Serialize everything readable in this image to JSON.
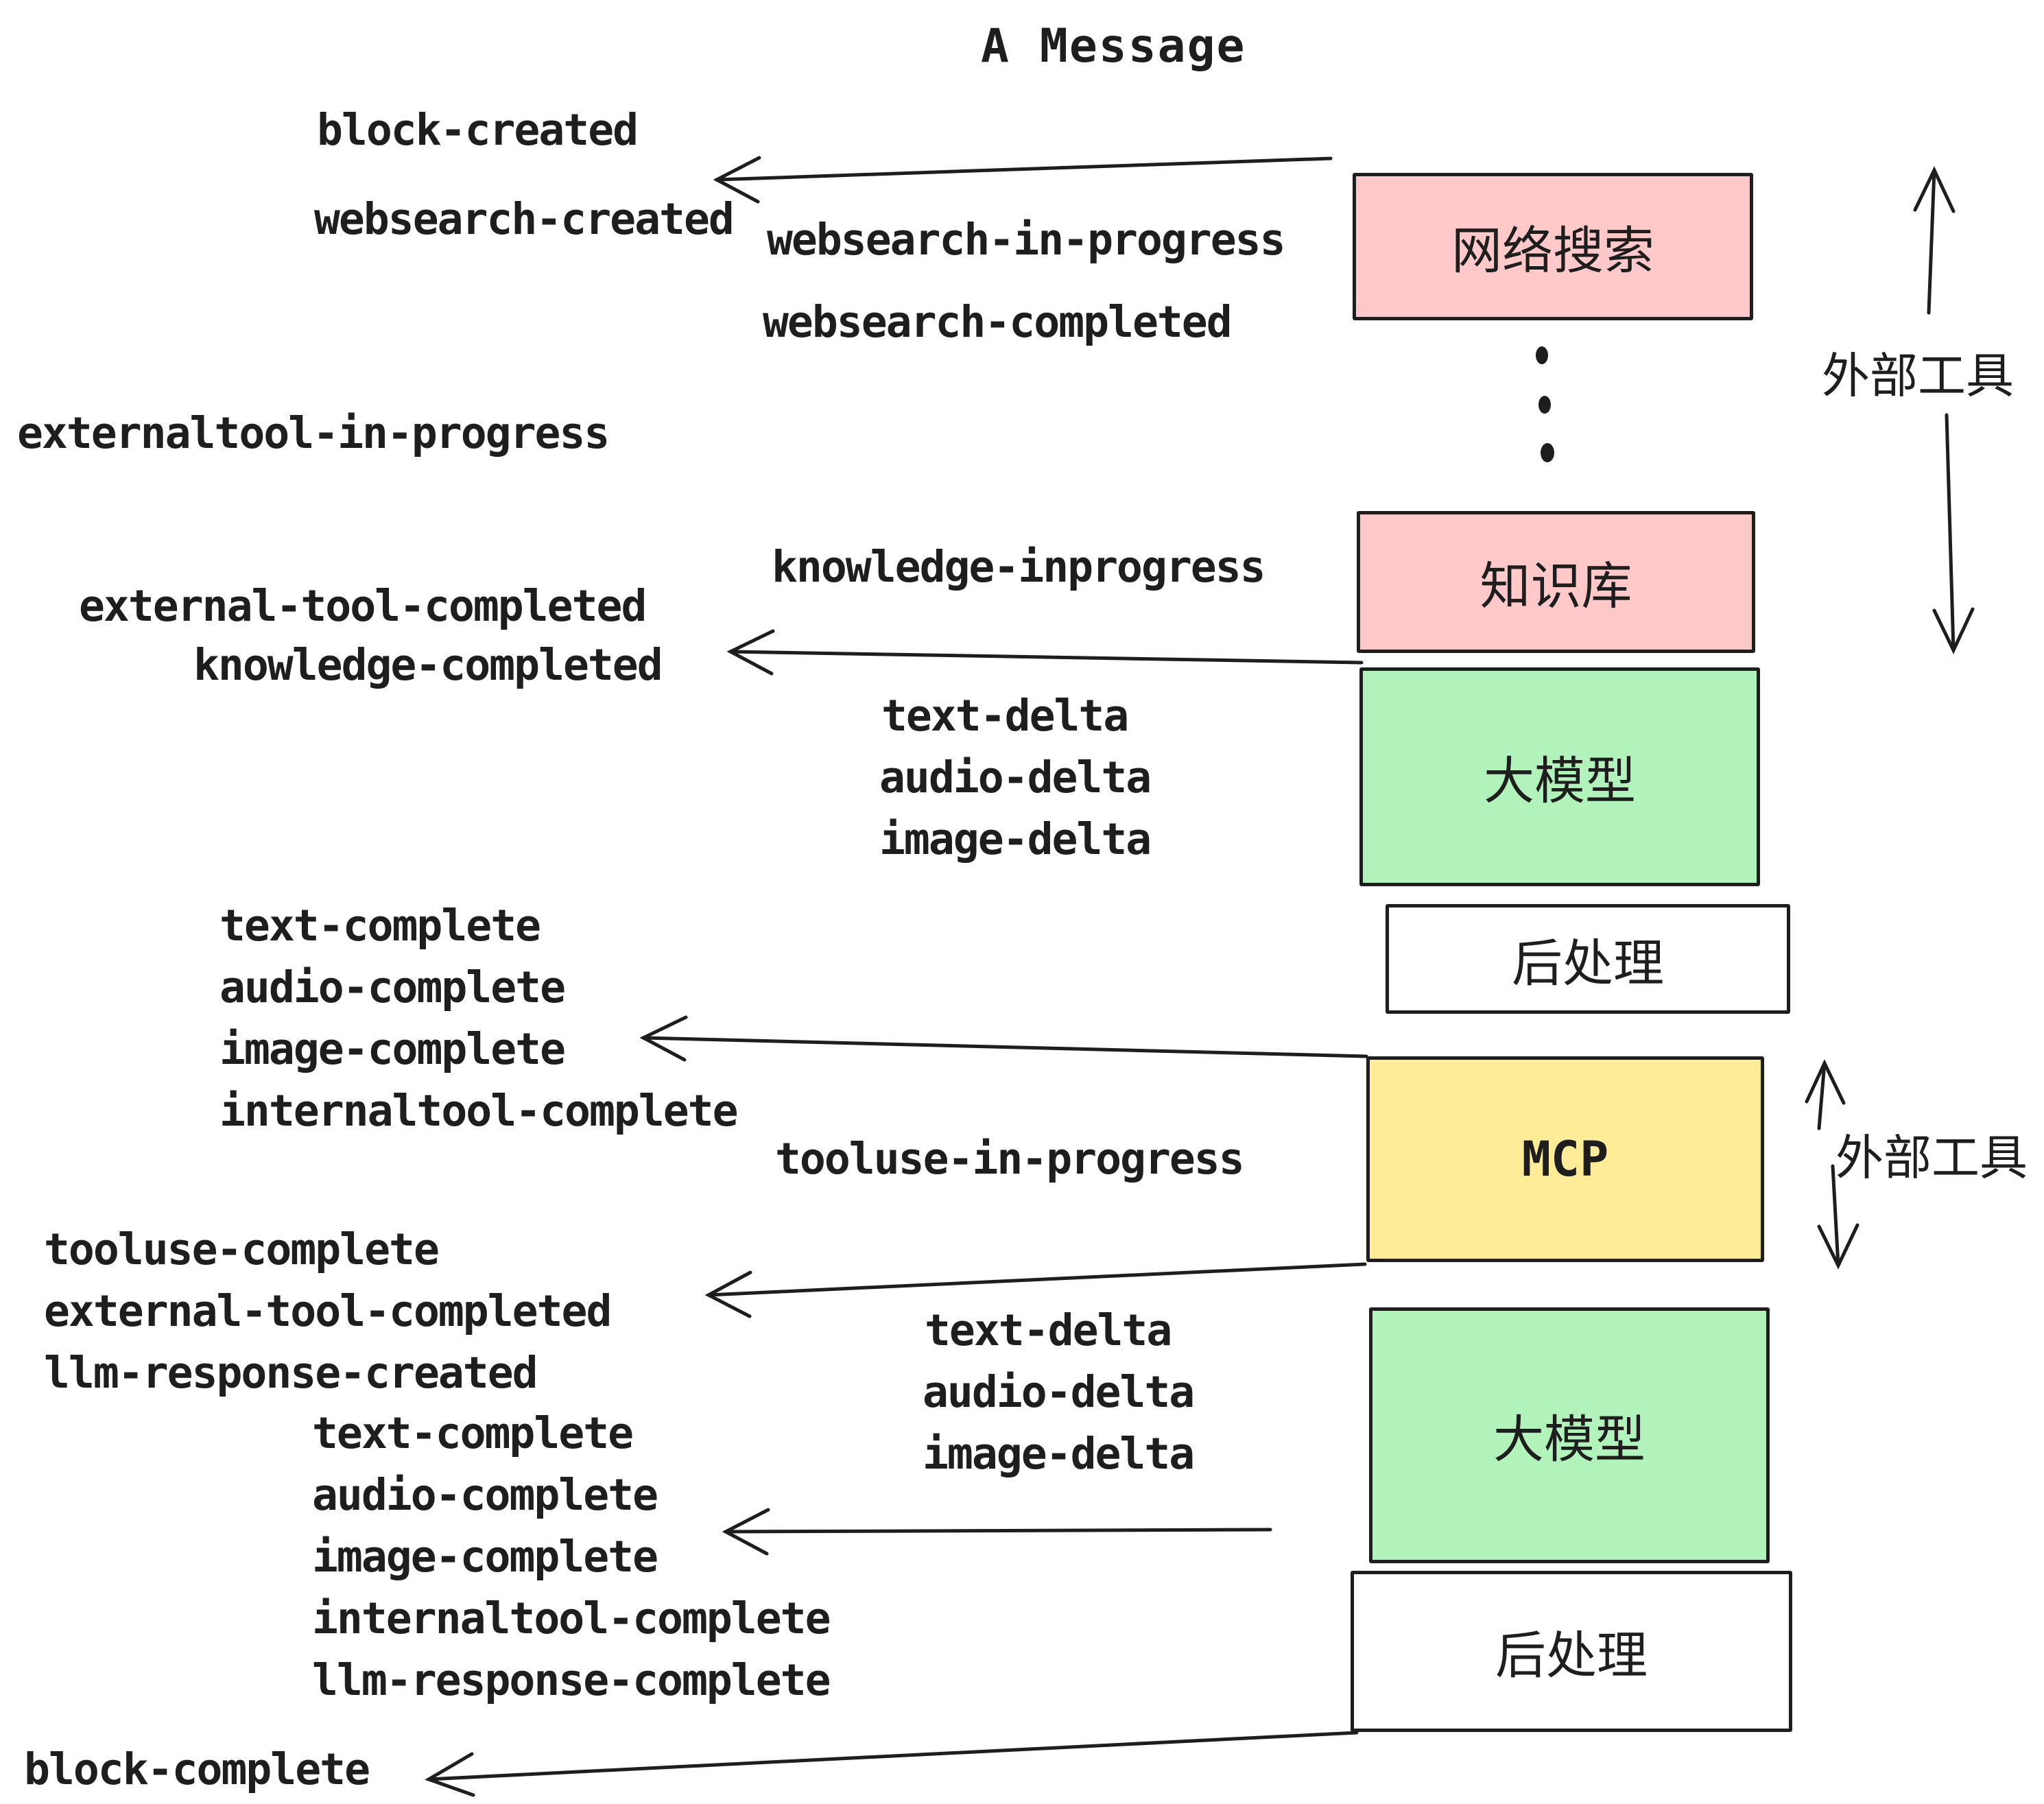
{
  "title": "A Message",
  "events": {
    "block_created": "block-created",
    "websearch_created": "websearch-created",
    "websearch_in_progress": "websearch-in-progress",
    "websearch_completed": "websearch-completed",
    "externaltool_in_progress": "externaltool-in-progress",
    "knowledge_inprogress": "knowledge-inprogress",
    "external_tool_completed": "external-tool-completed",
    "knowledge_completed": "knowledge-completed",
    "text_delta": "text-delta",
    "audio_delta": "audio-delta",
    "image_delta": "image-delta",
    "text_complete": "text-complete",
    "audio_complete": "audio-complete",
    "image_complete": "image-complete",
    "internaltool_complete": "internaltool-complete",
    "tooluse_in_progress": "tooluse-in-progress",
    "tooluse_complete": "tooluse-complete",
    "llm_response_created": "llm-response-created",
    "llm_response_complete": "llm-response-complete",
    "block_complete": "block-complete"
  },
  "boxes": {
    "websearch": "网络搜索",
    "knowledge": "知识库",
    "llm": "大模型",
    "post_process": "后处理",
    "mcp": "MCP"
  },
  "annotations": {
    "external_tools": "外部工具"
  },
  "icons": {
    "ellipsis_dots": "vertical-ellipsis"
  },
  "colors": {
    "background": "#ffffff",
    "stroke": "#1e1e1e",
    "text": "#1e1e1e",
    "box_pink": "#ffc9c9",
    "box_green": "#b2f2bb",
    "box_yellow": "#ffec99",
    "box_white": "#ffffff"
  }
}
